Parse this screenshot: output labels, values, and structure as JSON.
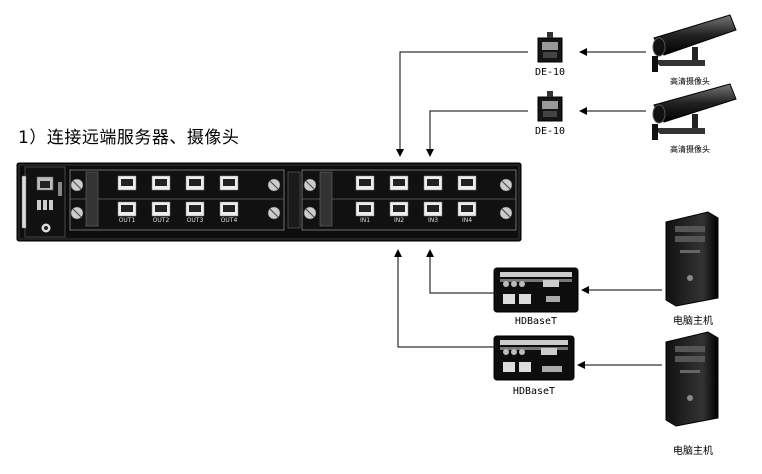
{
  "title": "1）连接远端服务器、摄像头",
  "cameras": [
    {
      "label": "高清摄像头"
    },
    {
      "label": "高清摄像头"
    }
  ],
  "decoders": [
    {
      "label": "DE-10"
    },
    {
      "label": "DE-10"
    }
  ],
  "hdbase": [
    {
      "label": "HDBaseT"
    },
    {
      "label": "HDBaseT"
    }
  ],
  "computers": [
    {
      "label": "电脑主机"
    },
    {
      "label": "电脑主机"
    }
  ],
  "matrix": {
    "out_ports": [
      "OUT1",
      "OUT2",
      "OUT3",
      "OUT4"
    ],
    "in_ports": [
      "IN1",
      "IN2",
      "IN3",
      "IN4"
    ]
  }
}
